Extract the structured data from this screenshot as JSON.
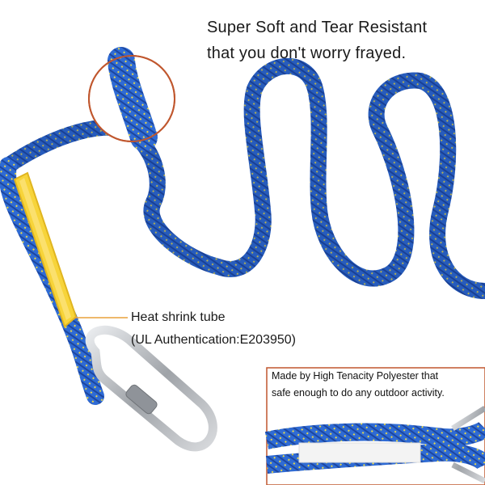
{
  "headline": {
    "line1": "Super Soft and Tear Resistant",
    "line2": "that you don't worry frayed."
  },
  "callout": {
    "line1": "Heat shrink tube",
    "line2": "(UL Authentication:E203950)"
  },
  "inset": {
    "line1": "Made by High Tenacity Polyester that",
    "line2": "safe enough to do any outdoor activity."
  },
  "colors": {
    "rope": "#2f6bd4",
    "rope_dark": "#1c46a0",
    "fleck": "#e8d74a",
    "heat_shrink": "#f7d43a",
    "metal": "#b9bcc0",
    "accent": "#c0572e"
  }
}
